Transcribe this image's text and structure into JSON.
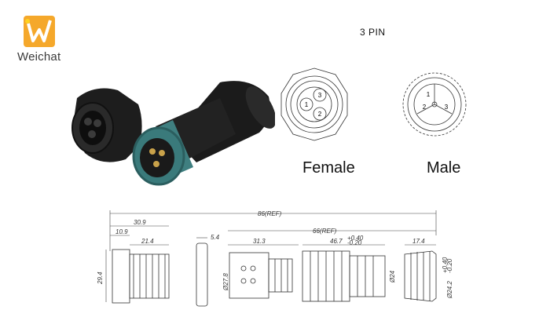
{
  "brand": {
    "name": "Weichat",
    "logo_letter": "W",
    "colors": {
      "orange": "#f5a82b",
      "yellow": "#ffd21f"
    }
  },
  "title": "3 PIN",
  "views": {
    "female_label": "Female",
    "male_label": "Male"
  },
  "female_pins": [
    "3",
    "1",
    "2"
  ],
  "male_pins": [
    "1",
    "2",
    "3"
  ],
  "dimensions": {
    "overall": "86(REF)",
    "d30_9": "30.9",
    "d10_9": "10.9",
    "d21_4": "21.4",
    "d29_4": "29.4",
    "d5_4": "5.4",
    "d31_3": "31.3",
    "d27_8": "Ø27.8",
    "d66": "66(REF)",
    "d46_7": "46.7",
    "d46_7_tol_upper": "+0.40",
    "d46_7_tol_lower": "-0.20",
    "d24": "Ø24",
    "d17_4": "17.4",
    "d24_2": "Ø24.2",
    "d24_2_tol_upper": "+0.40",
    "d24_2_tol_lower": "-0.20"
  }
}
